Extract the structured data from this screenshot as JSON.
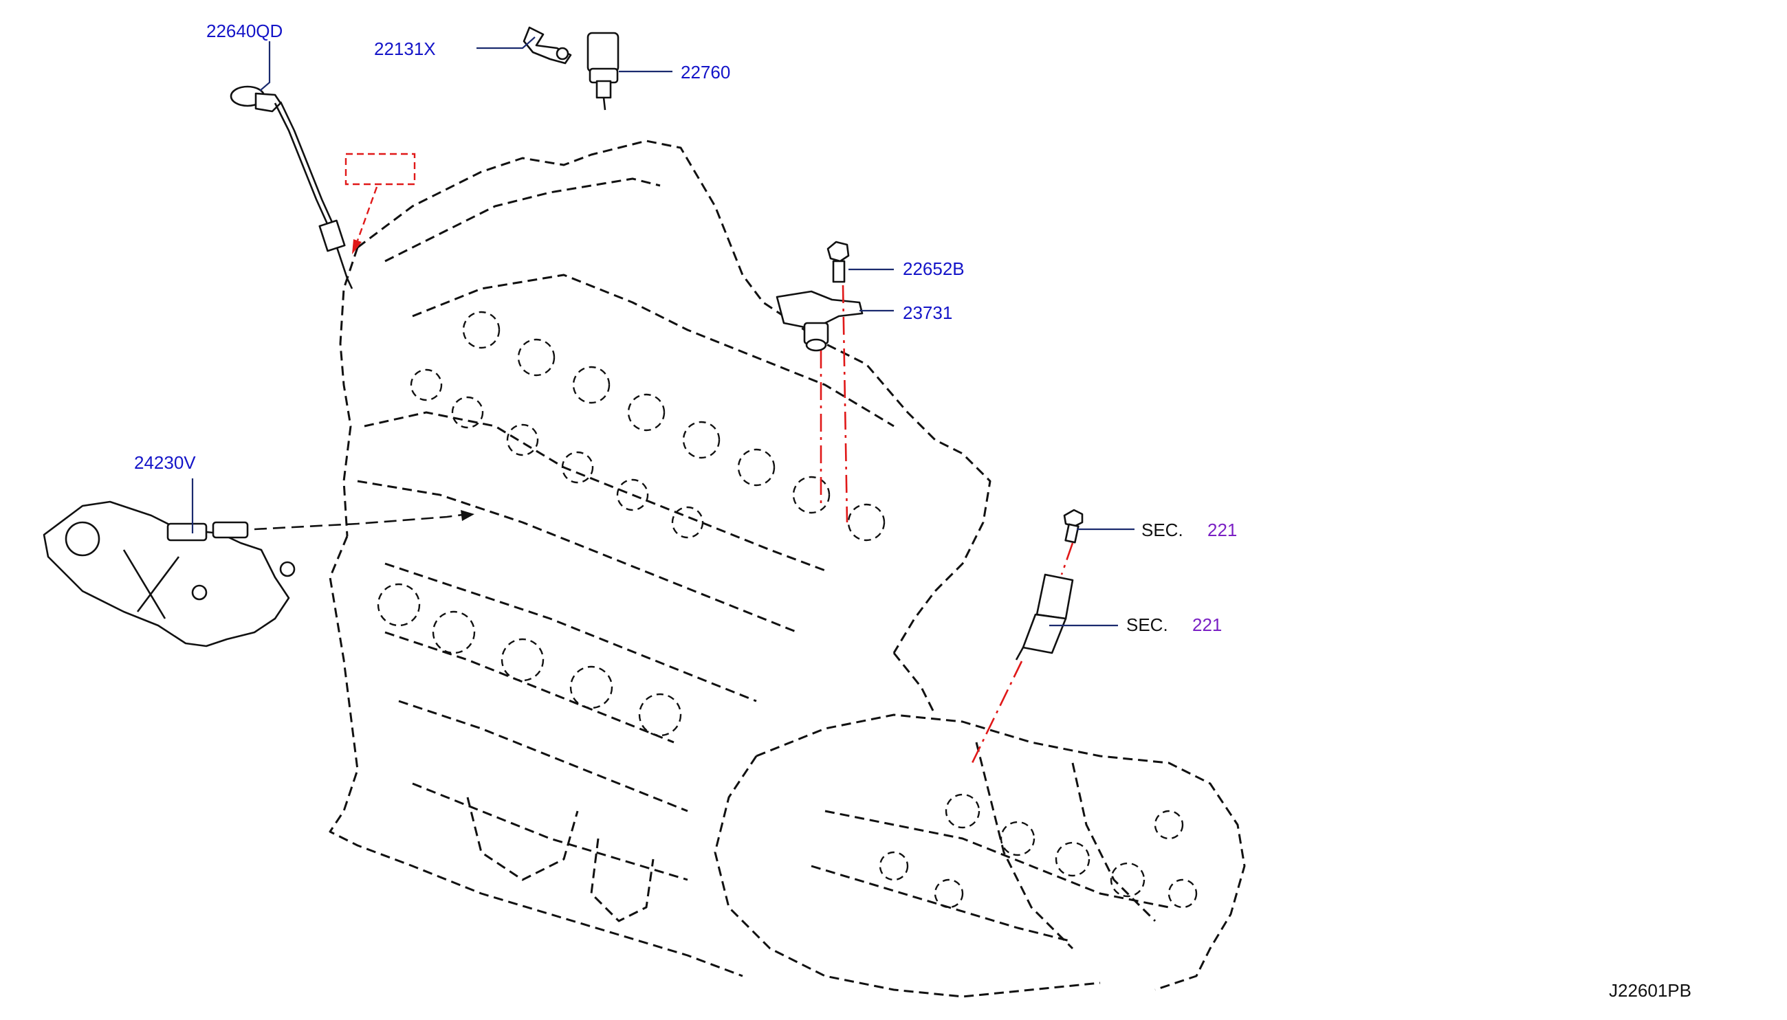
{
  "diagram_id": "J22601PB",
  "callouts": [
    {
      "id": "c-22640qd",
      "text": "22640QD"
    },
    {
      "id": "c-22131x",
      "text": "22131X"
    },
    {
      "id": "c-22760",
      "text": "22760"
    },
    {
      "id": "c-22652b",
      "text": "22652B"
    },
    {
      "id": "c-23731",
      "text": "23731"
    },
    {
      "id": "c-24230v",
      "text": "24230V"
    }
  ],
  "section_refs": [
    {
      "prefix": "SEC.",
      "number": "221"
    },
    {
      "prefix": "SEC.",
      "number": "221"
    }
  ],
  "colors": {
    "part_number": "#1414c8",
    "section_number": "#7a1fc4",
    "leader": "#1a2a6e",
    "reference_line": "#e01818",
    "drawing": "#111111"
  }
}
